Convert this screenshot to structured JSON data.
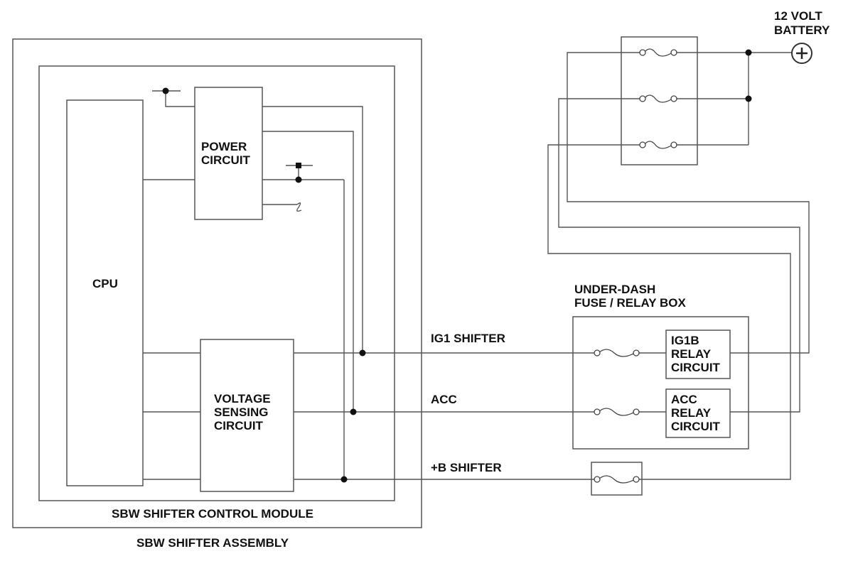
{
  "labels": {
    "battery_line1": "12 VOLT",
    "battery_line2": "BATTERY",
    "battery_symbol": "+",
    "power_circuit_line1": "POWER",
    "power_circuit_line2": "CIRCUIT",
    "cpu": "CPU",
    "voltage_sensing_line1": "VOLTAGE",
    "voltage_sensing_line2": "SENSING",
    "voltage_sensing_line3": "CIRCUIT",
    "under_dash_line1": "UNDER-DASH",
    "under_dash_line2": "FUSE / RELAY BOX",
    "ig1b_line1": "IG1B",
    "ig1b_line2": "RELAY",
    "ig1b_line3": "CIRCUIT",
    "acc_relay_line1": "ACC",
    "acc_relay_line2": "RELAY",
    "acc_relay_line3": "CIRCUIT",
    "wire_ig1": "IG1 SHIFTER",
    "wire_acc": "ACC",
    "wire_b": "+B SHIFTER",
    "control_module": "SBW SHIFTER CONTROL MODULE",
    "assembly": "SBW SHIFTER ASSEMBLY"
  },
  "colors": {
    "line": "#555555",
    "text": "#111111",
    "background": "#ffffff"
  }
}
